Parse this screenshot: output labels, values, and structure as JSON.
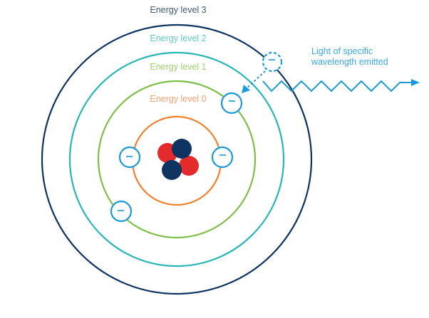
{
  "title": "Bohr model of electron emitting light",
  "levels": [
    {
      "label": "Energy level 0",
      "color": "#f07f2e"
    },
    {
      "label": "Energy level 1",
      "color": "#7dbf44"
    },
    {
      "label": "Energy level 2",
      "color": "#28b5b5"
    },
    {
      "label": "Energy level 3",
      "color": "#0d3361"
    }
  ],
  "label_colors": {
    "level0": "#f2a070",
    "level1": "#9fcf6e",
    "level2": "#5fc9c8",
    "level3": "#3f5a78"
  },
  "emission_label_line1": "Light of specific",
  "emission_label_line2": "wavelength emitted",
  "electron_symbol": "−",
  "colors": {
    "electron": "#1a9ad9",
    "proton": "#e32b2b",
    "neutron": "#0d3361",
    "photon": "#1a9ad9",
    "emission_label": "#3aa8de"
  }
}
